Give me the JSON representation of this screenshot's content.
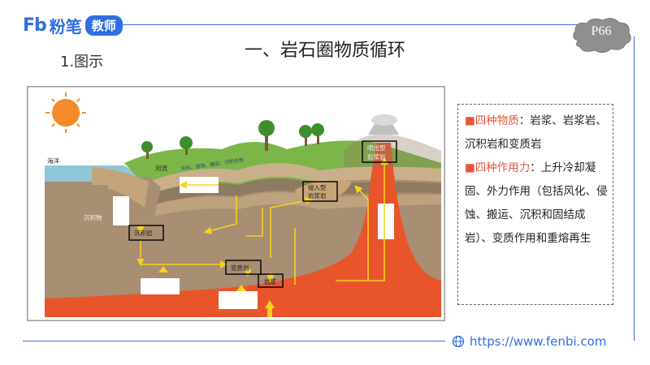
{
  "logo": {
    "mark": "Fb",
    "brand": "粉笔",
    "pill": "教师"
  },
  "page": {
    "number": "P66"
  },
  "header": {
    "title": "一、岩石圈物质循环",
    "subtitle": "1.图示"
  },
  "diagram": {
    "labels": {
      "ocean": "海洋",
      "river": "河流",
      "sediment": "沉积物",
      "sedimentary_rock": "沉积岩",
      "metamorphic_rock": "变质岩",
      "magma": "岩浆",
      "intrusive_rock": [
        "侵入型",
        "岩浆岩"
      ],
      "extrusive_rock": [
        "喷出型",
        "岩浆岩"
      ],
      "weathering_caption": "风化、侵蚀、搬运、沉积作用"
    }
  },
  "info": {
    "heading1": "■四种物质",
    "text1": "：岩浆、岩浆岩、沉积岩和变质岩",
    "heading2": "■四种作用力",
    "text2": "：上升冷却凝固、外力作用（包括风化、侵蚀、搬运、沉积和固结成岩）、变质作用和重熔再生"
  },
  "footer": {
    "url": "https://www.fenbi.com"
  },
  "colors": {
    "brand": "#2f6fe0",
    "highlight": "#e8553d",
    "magma": "#e8552a",
    "arrow": "#f5d21e"
  }
}
